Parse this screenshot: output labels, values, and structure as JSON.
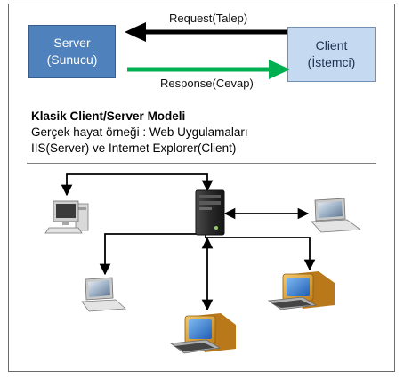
{
  "server": {
    "title": "Server",
    "subtitle": "(Sunucu)"
  },
  "client": {
    "title": "Client",
    "subtitle": "(İstemci)"
  },
  "arrows": {
    "request_label": "Request(Talep)",
    "response_label": "Response(Cevap)"
  },
  "caption": {
    "title": "Klasik Client/Server Modeli",
    "line1": "Gerçek hayat örneği : Web Uygulamaları",
    "line2": "IIS(Server) ve Internet  Explorer(Client)"
  },
  "colors": {
    "server_fill": "#4f81bd",
    "client_fill": "#c5d9f1",
    "request_arrow": "#000000",
    "response_arrow": "#00b050"
  },
  "network": {
    "center_icon": "server-tower-icon",
    "client_icons": [
      "desktop-pc-icon",
      "laptop-icon",
      "laptop-icon",
      "crt-monitor-icon",
      "crt-monitor-icon"
    ]
  }
}
